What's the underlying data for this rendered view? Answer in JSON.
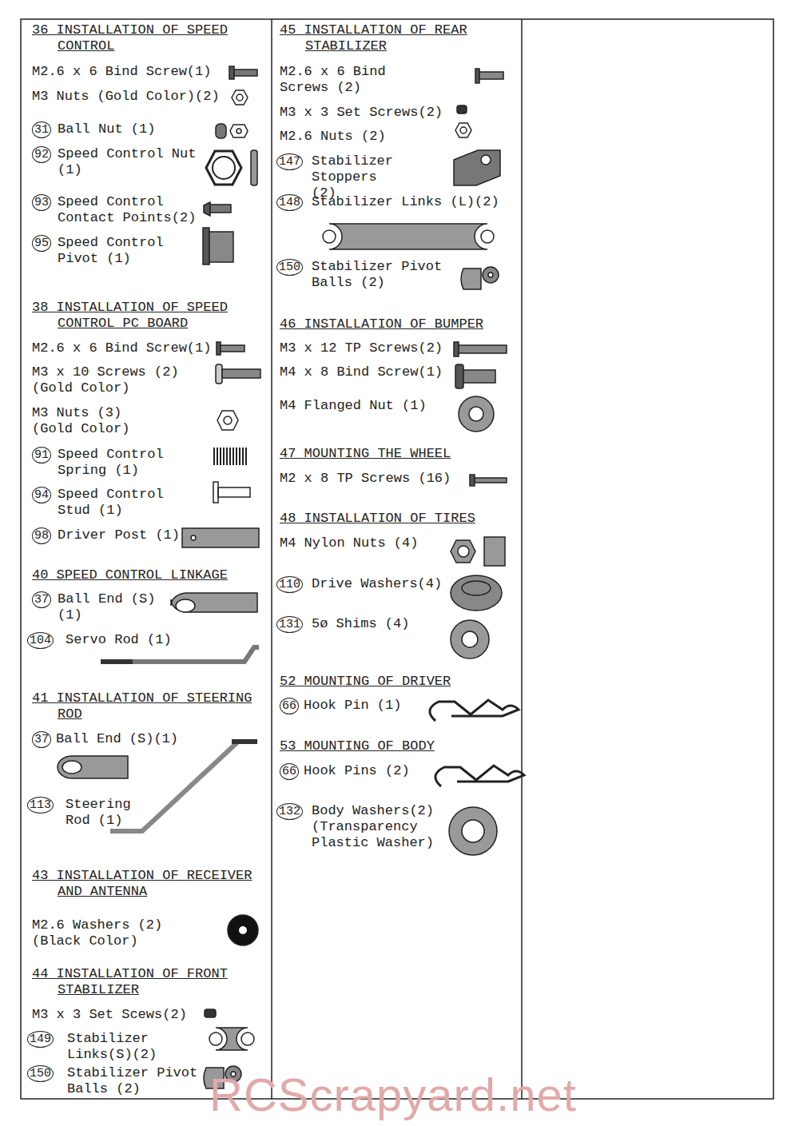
{
  "diagram": {
    "labels": [
      "36 INSTALLATION OF SPEED CONTROL",
      "M2.6 x 6 Bind Screw(1)",
      "M3 Nuts (Gold Color)(2)",
      "31",
      "Ball Nut (1)",
      "92",
      "Speed Control Nut (1)",
      "93",
      "Speed Control Contact Points(2)",
      "95",
      "Speed Control Pivot (1)",
      "38 INSTALLATION OF SPEED CONTROL PC BOARD",
      "M2.6 x 6 Bind Screw(1)",
      "M3 x 10 Screws (2) (Gold Color)",
      "M3 Nuts (3) (Gold Color)",
      "91",
      "Speed Control Spring (1)",
      "94",
      "Speed Control Stud (1)",
      "98",
      "Driver Post (1)",
      "40 SPEED CONTROL LINKAGE",
      "37",
      "Ball End (S) (1)",
      "104",
      "Servo Rod (1)",
      "41 INSTALLATION OF STEERING ROD",
      "37",
      "Ball End (S)(1)",
      "113",
      "Steering Rod (1)",
      "43 INSTALLATION OF RECEIVER AND ANTENNA",
      "M2.6 Washers (2) (Black Color)",
      "44 INSTALLATION OF FRONT STABILIZER",
      "M3 x 3 Set Scews(2)",
      "149",
      "Stabilizer Links(S)(2)",
      "150",
      "Stabilizer Pivot Balls (2)",
      "45 INSTALLATION OF REAR STABILIZER",
      "M2.6 x 6 Bind Screws (2)",
      "M3 x 3 Set Screws(2)",
      "M2.6 Nuts (2)",
      "147",
      "Stabilizer Stoppers (2)",
      "148",
      "Stabilizer Links (L)(2)",
      "150",
      "Stabilizer Pivot Balls (2)",
      "46 INSTALLATION OF BUMPER",
      "M3 x 12 TP Screws(2)",
      "M4 x 8 Bind Screw(1)",
      "M4 Flanged Nut (1)",
      "47 MOUNTING THE WHEEL",
      "M2 x 8 TP Screws (16)",
      "48 INSTALLATION OF TIRES",
      "M4 Nylon Nuts (4)",
      "110",
      "Drive Washers(4)",
      "131",
      "5ø Shims (4)",
      "52 MOUNTING OF DRIVER",
      "66",
      "Hook Pin (1)",
      "53 MOUNTING OF BODY",
      "66",
      "Hook Pins (2)",
      "132",
      "Body Washers(2) (Transparency Plastic Washer)",
      "RCScrapyard.net"
    ]
  }
}
